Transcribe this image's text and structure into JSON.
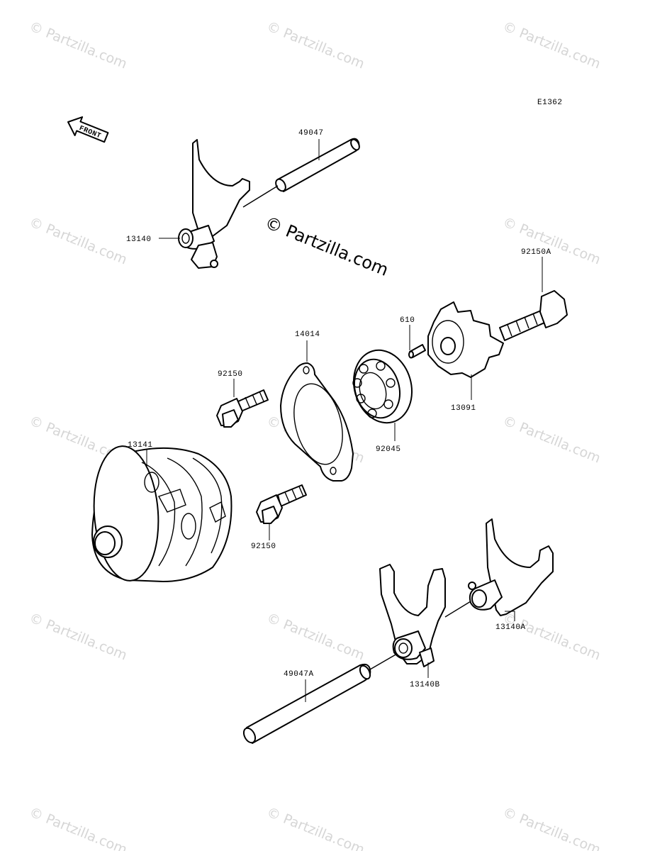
{
  "diagram_code": "E1362",
  "front_arrow_label": "FRONT",
  "watermark_text": "© Partzilla.com",
  "center_watermark_text": "© Partzilla.com",
  "parts": {
    "shaft_49047": "49047",
    "fork_13140": "13140",
    "bolt_92150A": "92150A",
    "pin_610": "610",
    "gasket_14014": "14014",
    "bolt_92150_upper": "92150",
    "gear_13091": "13091",
    "bearing_92045": "92045",
    "drum_13141": "13141",
    "bolt_92150_lower": "92150",
    "fork_13140A": "13140A",
    "shaft_49047A": "49047A",
    "fork_13140B": "13140B"
  },
  "colors": {
    "line": "#000000",
    "watermark": "#d6d6d6",
    "background": "#ffffff"
  }
}
